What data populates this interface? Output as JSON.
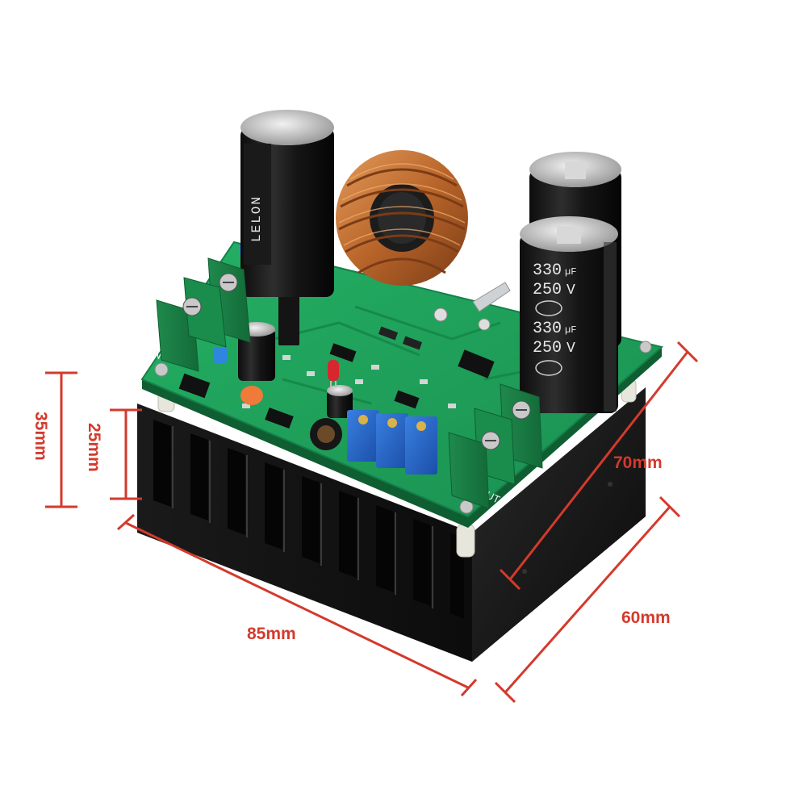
{
  "product": {
    "board_color": "#1fa05a",
    "heatsink_color": "#141414",
    "dimension_color": "#d33a2c"
  },
  "dimensions": {
    "height_total": "35mm",
    "height_board": "25mm",
    "length": "85mm",
    "width_board": "70mm",
    "width_heatsink": "60mm"
  },
  "capacitors": {
    "front_line1": "330",
    "front_unit1": "µF",
    "front_line2": "250",
    "front_unit2": "V",
    "front_line3": "330",
    "front_unit3": "µF",
    "front_line4": "250",
    "front_unit4": "V",
    "left_label": "LELON"
  },
  "silkscreen": {
    "in_label": "IN-",
    "out_label": "OUT-"
  }
}
